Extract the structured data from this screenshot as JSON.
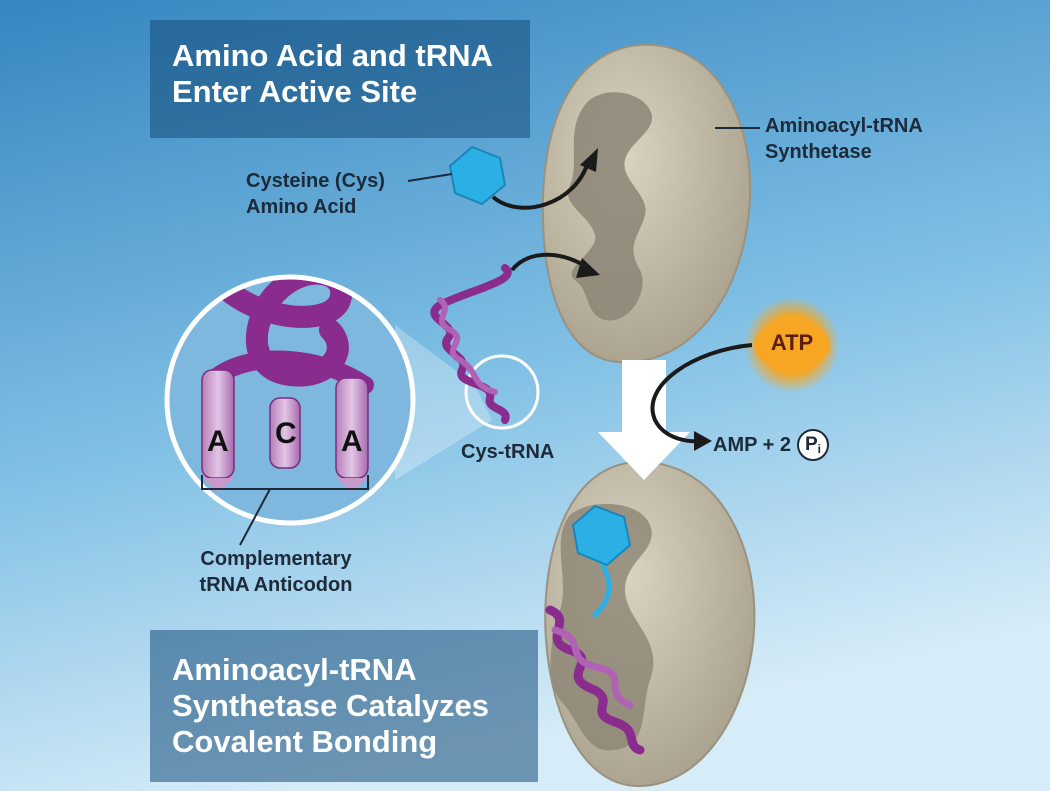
{
  "panels": {
    "top": [
      "Amino Acid and tRNA",
      "Enter Active Site"
    ],
    "bottom": [
      "Aminoacyl-tRNA",
      "Synthetase Catalyzes",
      "Covalent Bonding"
    ]
  },
  "labels": {
    "enzyme": [
      "Aminoacyl-tRNA",
      "Synthetase"
    ],
    "cysteine": [
      "Cysteine (Cys)",
      "Amino Acid"
    ],
    "cys_trna": "Cys-tRNA",
    "anticodon_caption": [
      "Complementary",
      "tRNA Anticodon"
    ],
    "atp": "ATP",
    "amp": "AMP + 2",
    "pi_main": "P",
    "pi_sub": "i"
  },
  "anticodon": [
    "A",
    "C",
    "A"
  ],
  "colors": {
    "background_top": "#3d8fc4",
    "background_bottom": "#cfe8f6",
    "enzyme": "#c9c1ad",
    "enzyme_pocket": "#8c8474",
    "amino_acid": "#2bb0e6",
    "trna": "#8a2c8e",
    "atp_burst": "#f6a623"
  }
}
